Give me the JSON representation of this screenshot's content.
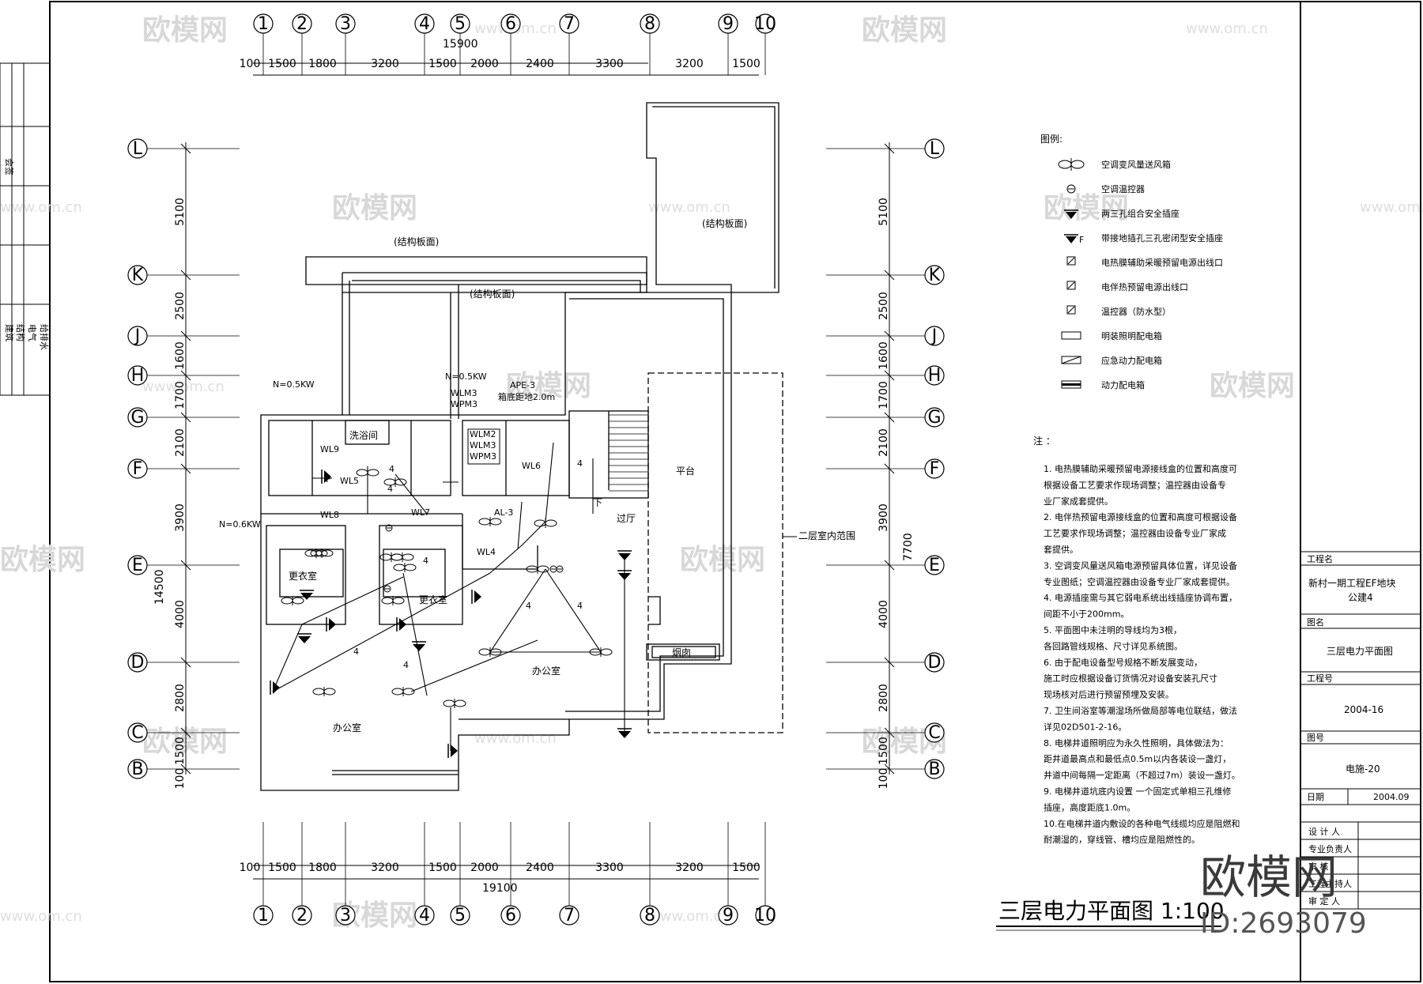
{
  "drawing": {
    "title": "三层电力平面图 1:100",
    "axes_top": [
      "1",
      "2",
      "3",
      "4",
      "5",
      "6",
      "7",
      "8",
      "9",
      "10"
    ],
    "axes_side": [
      "L",
      "K",
      "J",
      "H",
      "G",
      "F",
      "E",
      "D",
      "C",
      "B"
    ],
    "top_total_dim": "15900",
    "bottom_total_dim": "19100",
    "horizontal_dims": [
      "100",
      "1500",
      "1800",
      "3200",
      "1500",
      "2000",
      "2400",
      "3300",
      "3200",
      "1500"
    ],
    "left_vertical_dims": [
      "5100",
      "2500",
      "1600",
      "1700",
      "2100",
      "3900",
      "4000",
      "2800",
      "1500",
      "100"
    ],
    "left_total_dim": "14500",
    "right_vertical_dims": [
      "5100",
      "2500",
      "1600",
      "1700",
      "2100",
      "3900",
      "4000",
      "2800",
      "1500",
      "100"
    ],
    "right_partial_dim": "7700",
    "rooms": {
      "structural_slab_1": "(结构板面)",
      "structural_slab_2": "(结构板面)",
      "structural_slab_3": "(结构板面)",
      "bathroom": "洗浴间",
      "locker_1": "更衣室",
      "locker_2": "更衣室",
      "office_1": "办公室",
      "office_2": "办公室",
      "hall": "过厅",
      "platform": "平台",
      "flue": "烟囱",
      "stairs_down": "下",
      "second_floor_range": "二层室内范围"
    },
    "circuits": [
      "WL9",
      "WL5",
      "WL8",
      "WL7",
      "WL6",
      "WL4",
      "AL-3",
      "WLM3",
      "WPM3",
      "WLM2",
      "WLM3",
      "WPM3",
      "APE-3",
      "箱底距地2.0m"
    ],
    "power_labels": [
      "N=0.5KW",
      "N=0.5KW",
      "N=0.6KW"
    ],
    "wire_counts": [
      "4",
      "4",
      "4",
      "4",
      "4",
      "4",
      "4",
      "4"
    ],
    "socket_mark": "F"
  },
  "legend": {
    "title": "图例:",
    "items": [
      {
        "icon": "fan-coil-icon",
        "label": "空调变风量送风箱"
      },
      {
        "icon": "thermostat-icon",
        "label": "空调温控器"
      },
      {
        "icon": "socket-icon",
        "label": "两三孔组合安全插座"
      },
      {
        "icon": "sealed-socket-icon",
        "label": "带接地插孔三孔密闭型安全插座"
      },
      {
        "icon": "outlet-d-icon",
        "label": "电热膜辅助采暖预留电源出线口"
      },
      {
        "icon": "outlet-r-icon",
        "label": "电伴热预留电源出线口"
      },
      {
        "icon": "temp-controller-icon",
        "label": "温控器（防水型）"
      },
      {
        "icon": "lighting-box-icon",
        "label": "明装照明配电箱"
      },
      {
        "icon": "emergency-box-icon",
        "label": "应急动力配电箱"
      },
      {
        "icon": "power-box-icon",
        "label": "动力配电箱"
      }
    ]
  },
  "notes": {
    "title": "注 ：",
    "lines": [
      "1.  电热膜辅助采暖预留电源接线盒的位置和高度可",
      "     根据设备工艺要求作现场调整；温控器由设备专",
      "     业厂家成套提供。",
      "2.  电伴热预留电源接线盒的位置和高度可根据设备",
      "     工艺要求作现场调整；温控器由设备专业厂家成",
      "     套提供。",
      "3.  空调变风量送风箱电源预留具体位置，详见设备",
      "     专业图纸；空调温控器由设备专业厂家成套提供。",
      "4.  电源插座需与其它弱电系统出线插座协调布置，",
      "     间距不小于200mm。",
      "5.  平面图中未注明的导线均为3根，",
      "     各回路管线规格、尺寸详见系统图。",
      "6.  由于配电设备型号规格不断发展变动，",
      "     施工时应根据设备订货情况对设备安装孔尺寸",
      "     现场核对后进行预留预埋及安装。",
      "7.  卫生间浴室等潮湿场所做局部等电位联结，做法",
      "     详见02D501-2-16。",
      "8.  电梯井道照明应为永久性照明，具体做法为：",
      "     距井道最高点和最低点0.5m以内各装设一盏灯，",
      "     井道中间每隔一定距离（不超过7m）装设一盏灯。",
      "9.  电梯井道坑底内设置 一个固定式单相三孔维修",
      "     插座，高度距底1.0m。",
      "10.在电梯井道内敷设的各种电气线缆均应是阻燃和",
      "     耐潮湿的，穿线管、槽均应是阻燃性的。"
    ]
  },
  "title_block": {
    "project_name_label": "工程名",
    "project_name": "新村一期工程EF地块",
    "project_name_2": "公建4",
    "drawing_name_label": "图名",
    "drawing_name": "三层电力平面图",
    "project_no_label": "工程号",
    "project_no": "2004-16",
    "drawing_no_label": "图号",
    "drawing_no": "电施-20",
    "date_label": "日期",
    "date": "2004.09",
    "designer_label": "设 计 人",
    "specialty_label": "专业负责人",
    "reviewer_label": "审  核",
    "chief_label": "工程主持人",
    "approver_label": "审 定 人"
  },
  "left_strip": {
    "top_label": "会签",
    "disciplines": [
      "建筑",
      "结构",
      "电气",
      "给排水"
    ]
  },
  "watermarks": {
    "brand": "欧模网",
    "url": "www.om.cn",
    "id": "ID:2693079"
  }
}
